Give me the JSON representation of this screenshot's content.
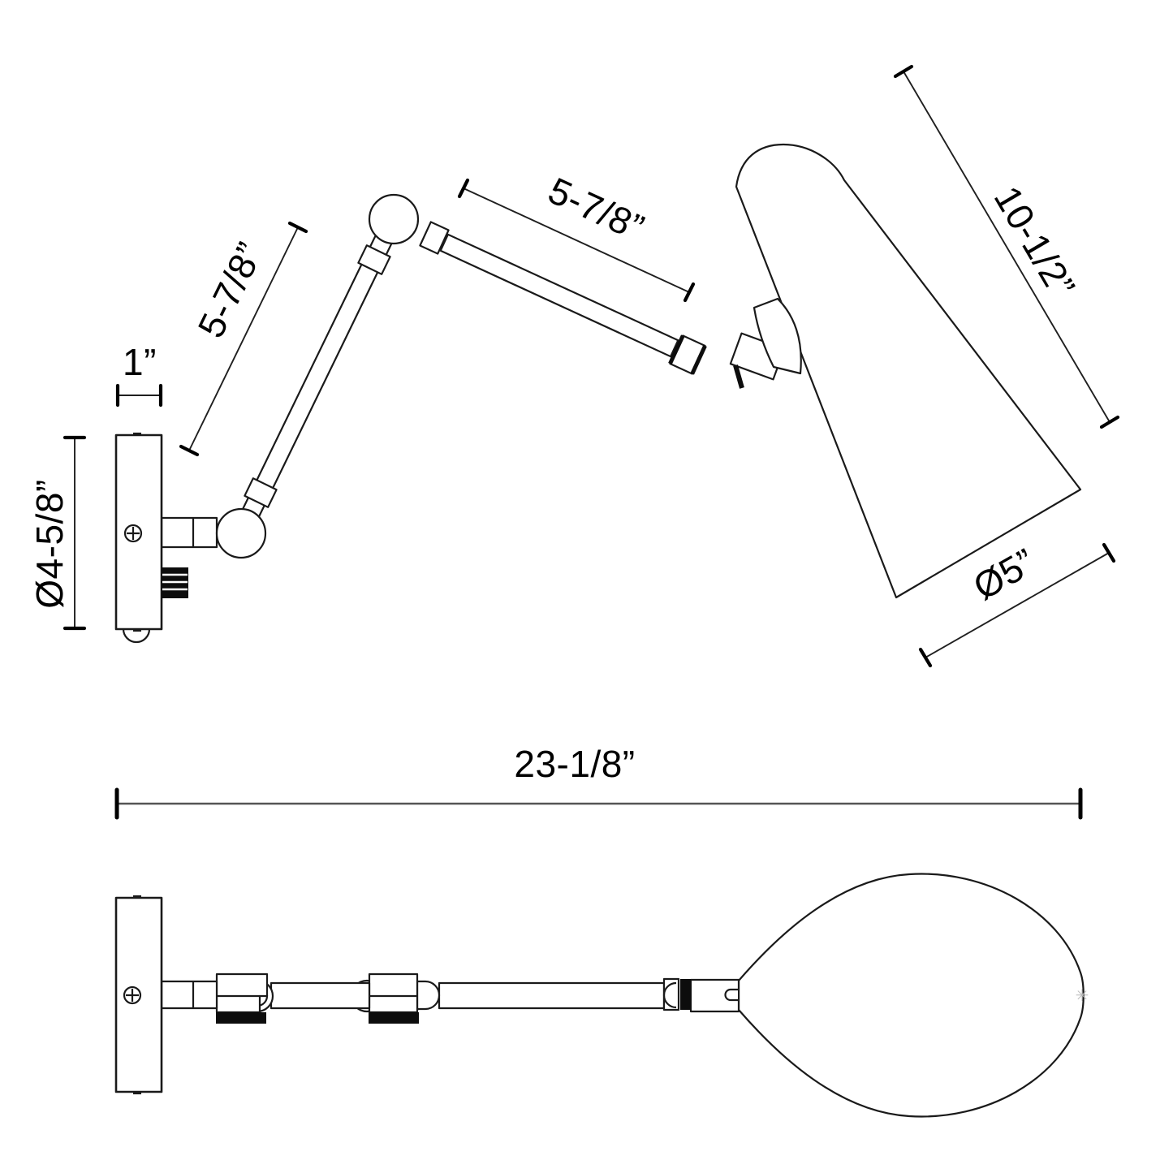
{
  "meta": {
    "description": "technical dimension drawing of an adjustable swing-arm wall light, two orthographic views",
    "background": "#ffffff",
    "ink": "#1a1a1a",
    "extension_line": "#555555"
  },
  "watermark": {
    "glyph": "✳",
    "color": "#b9b9b9"
  },
  "side_view": {
    "dim_plate_depth": "1”",
    "dim_plate_diameter": "Ø4-5/8”",
    "dim_lower_arm": "5-7/8”",
    "dim_upper_arm": "5-7/8”",
    "dim_shade_length": "10-1/2”",
    "dim_shade_opening": "Ø5”"
  },
  "plan_view": {
    "dim_overall_projection": "23-1/8”"
  }
}
